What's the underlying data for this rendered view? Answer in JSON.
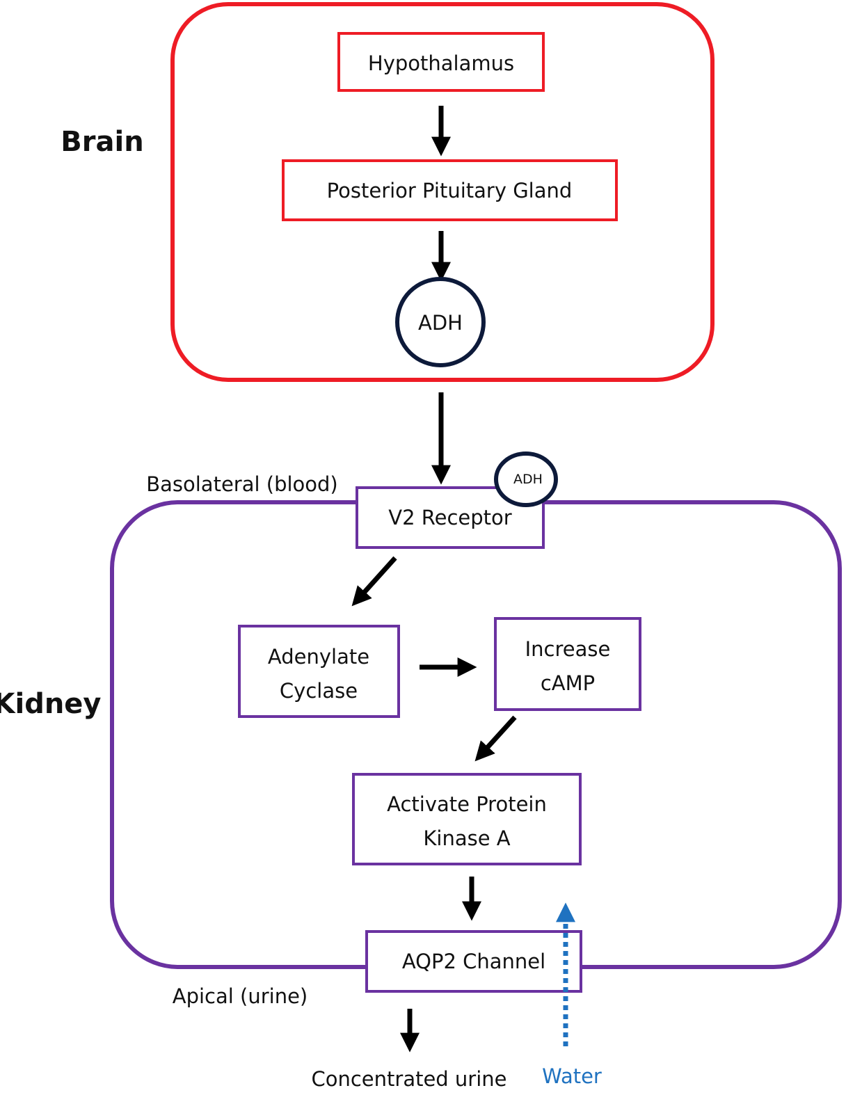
{
  "colors": {
    "brain": "#ee1c25",
    "kidney": "#6a32a0",
    "adh_circle": "#0d1a3a",
    "arrow": "#000000",
    "water": "#1f72c0"
  },
  "regions": {
    "brain": {
      "label": "Brain"
    },
    "kidney": {
      "label": "Kidney"
    }
  },
  "sides": {
    "basolateral": "Basolateral (blood)",
    "apical": "Apical (urine)"
  },
  "nodes": {
    "hypothalamus": "Hypothalamus",
    "posterior_pituitary": "Posterior Pituitary Gland",
    "adh": "ADH",
    "v2_receptor": "V2 Receptor",
    "adh_bound": "ADH",
    "adenylate_cyclase": [
      "Adenylate",
      "Cyclase"
    ],
    "increase_camp": [
      "Increase",
      "cAMP"
    ],
    "protein_kinase": [
      "Activate Protein",
      "Kinase A"
    ],
    "aqp2": "AQP2 Channel"
  },
  "outputs": {
    "concentrated_urine": "Concentrated urine",
    "water": "Water"
  }
}
